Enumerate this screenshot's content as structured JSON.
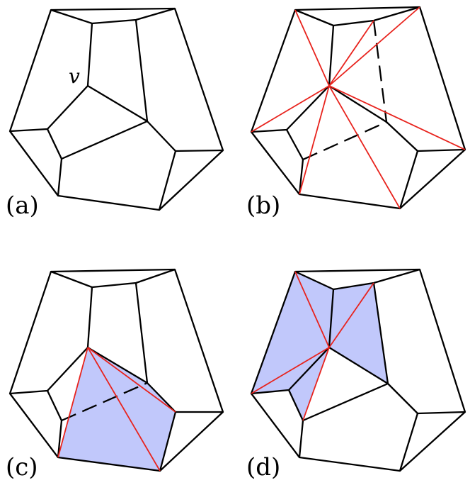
{
  "panels": {
    "a": {
      "label": "(a)",
      "vertex_label": "v"
    },
    "b": {
      "label": "(b)"
    },
    "c": {
      "label": "(c)"
    },
    "d": {
      "label": "(d)"
    }
  },
  "colors": {
    "edge": "#000000",
    "red_edge": "#e8231d",
    "fill": "#c1c8fb"
  }
}
